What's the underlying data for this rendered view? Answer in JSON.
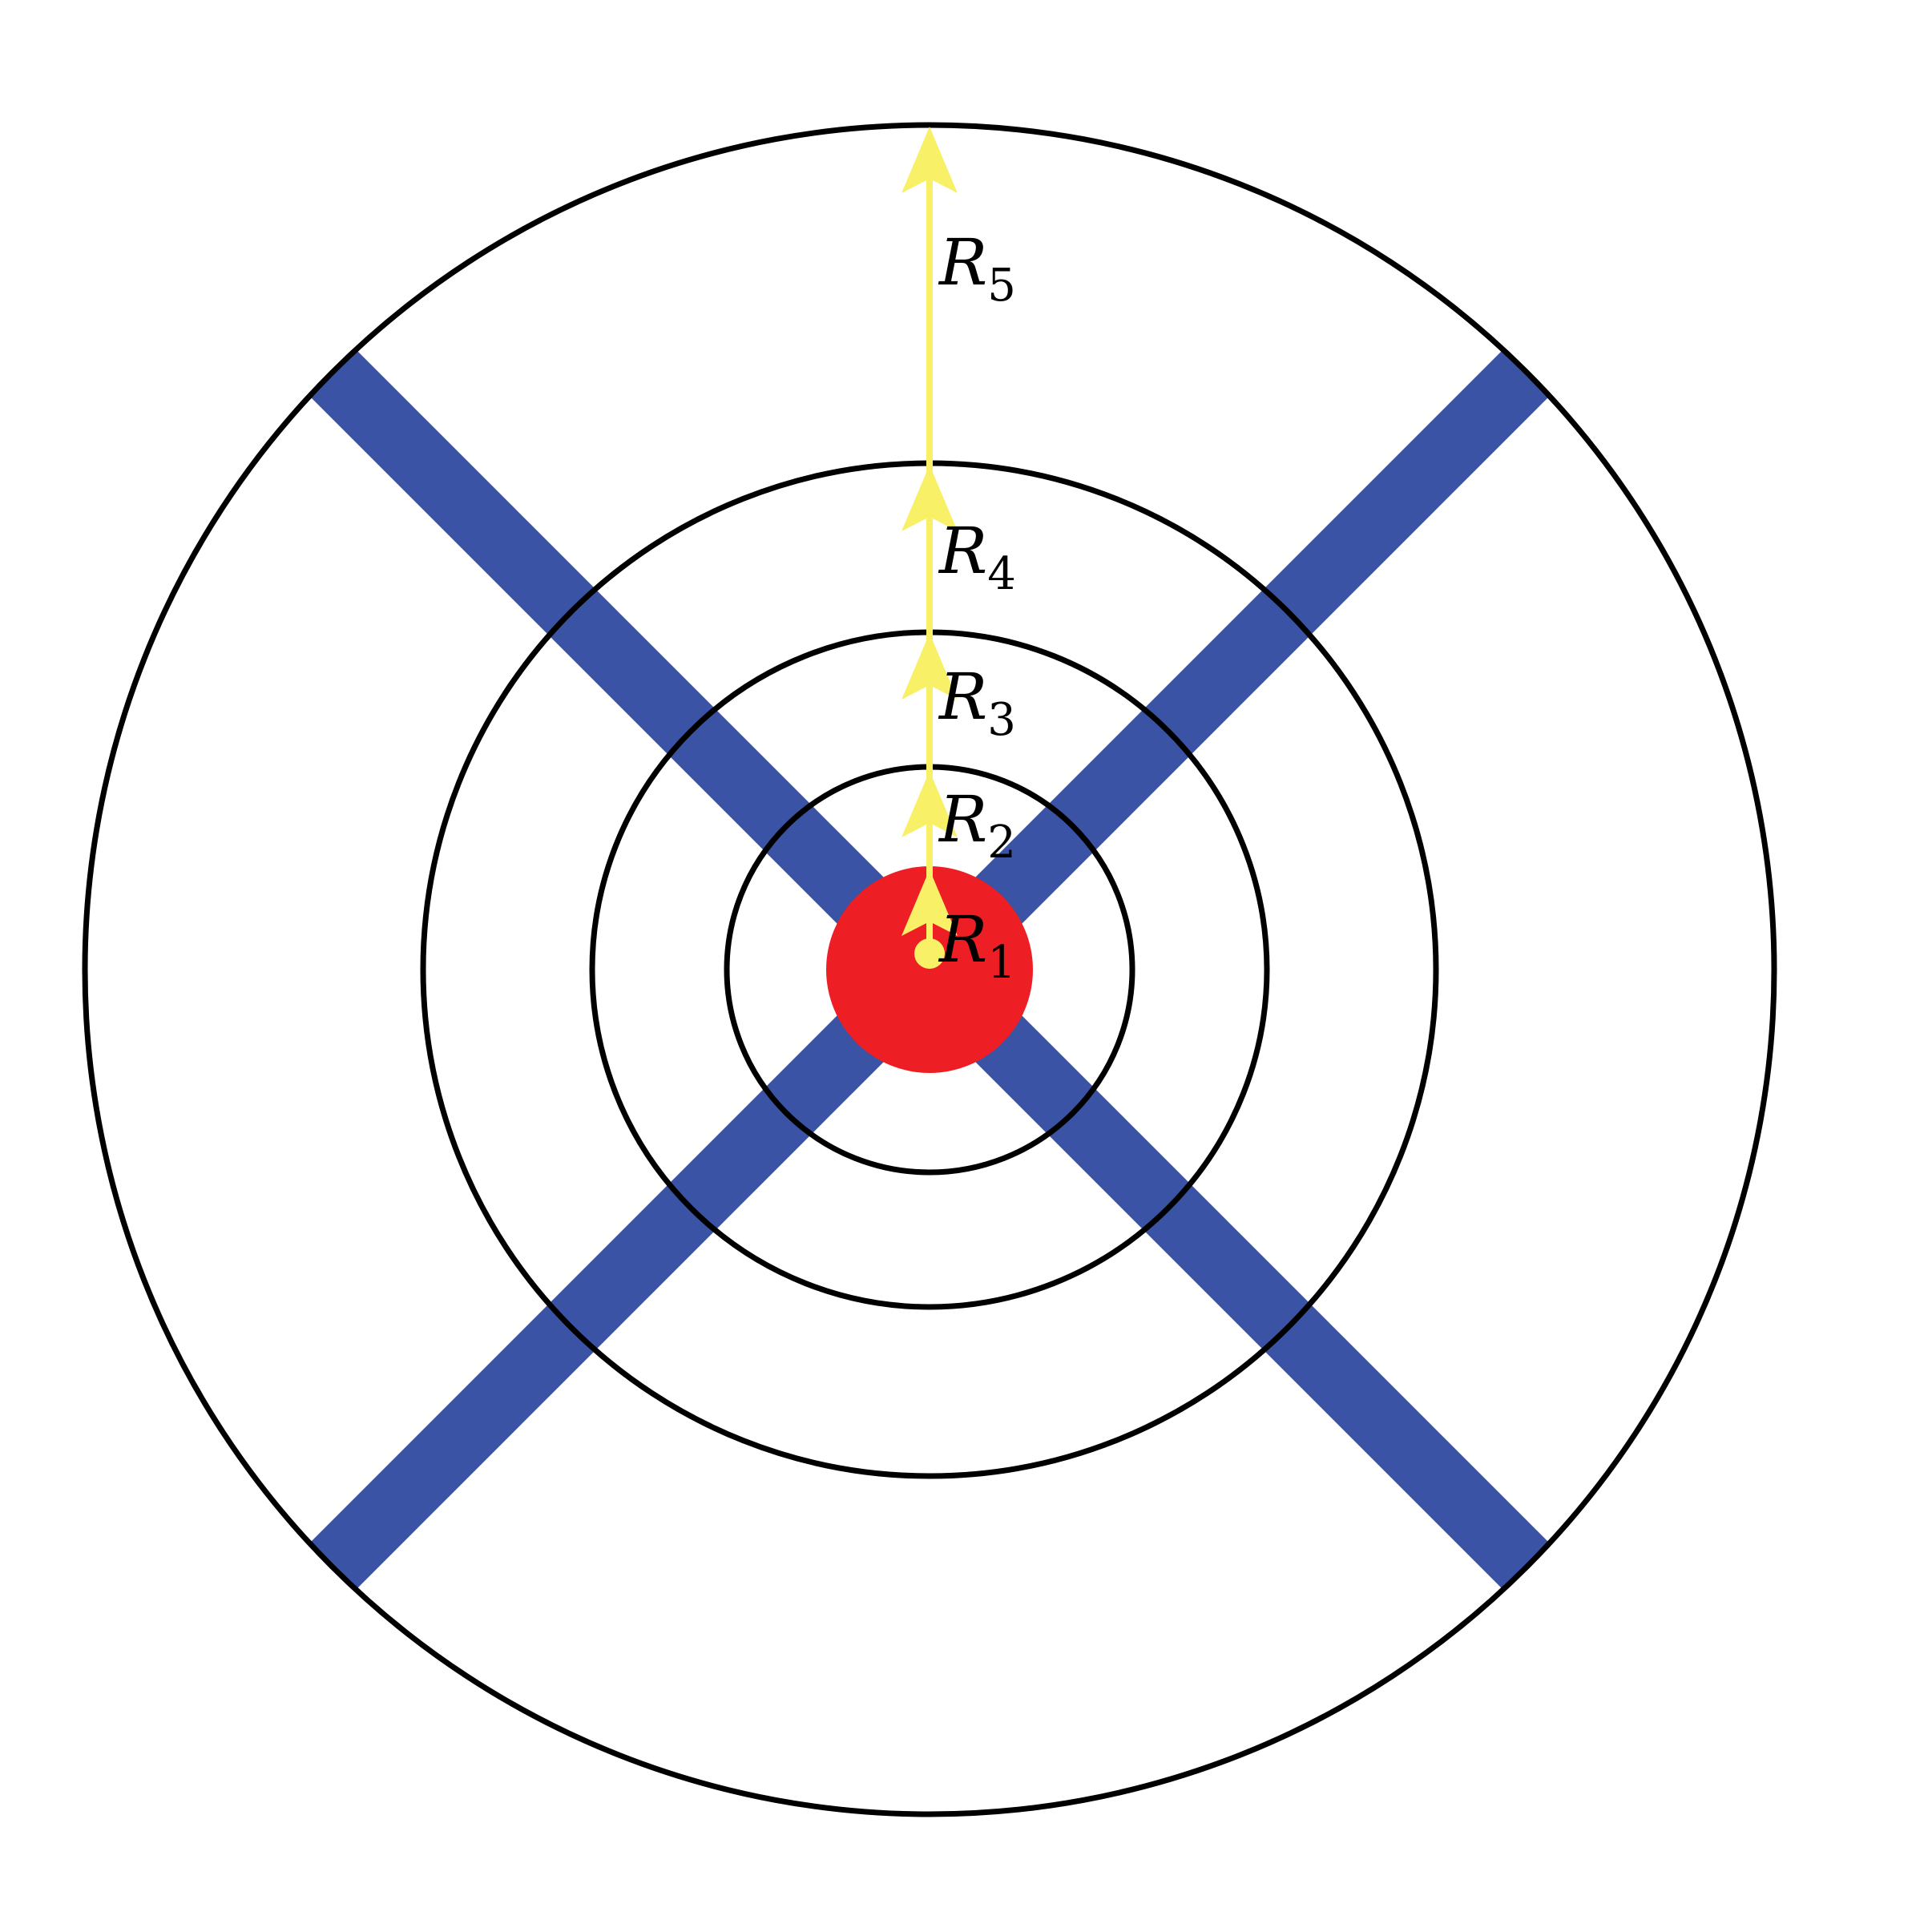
{
  "diagram": {
    "colors": {
      "background": "#ffffff",
      "rings": "#000000",
      "beams": "#3a53a4",
      "core": "#ee1e25",
      "radius_arrows": "#f8f067",
      "labels": "#000000"
    },
    "rings": [
      {
        "name": "R1"
      },
      {
        "name": "R2"
      },
      {
        "name": "R3"
      },
      {
        "name": "R4"
      },
      {
        "name": "R5"
      }
    ],
    "labels": [
      {
        "main": "R",
        "sub": "1"
      },
      {
        "main": "R",
        "sub": "2"
      },
      {
        "main": "R",
        "sub": "3"
      },
      {
        "main": "R",
        "sub": "4"
      },
      {
        "main": "R",
        "sub": "5"
      }
    ]
  }
}
